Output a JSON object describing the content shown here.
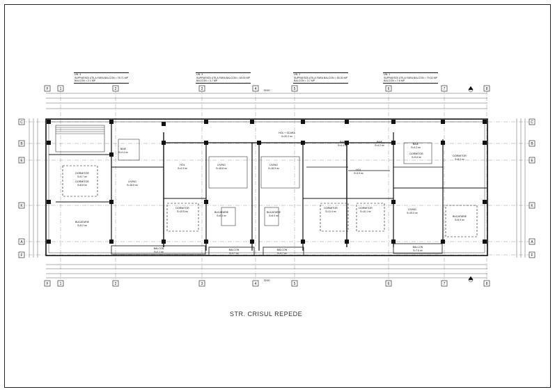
{
  "street": "STR. CRISUL REPEDE",
  "units": [
    {
      "name": "UN. 4",
      "area": "SUPRAFATA UTILA FARA BALCON = 78.71 MP",
      "balcony": "BALCON = 2.1 MP"
    },
    {
      "name": "UN. 3",
      "area": "SUPRAFATA UTILA FARA BALCON = 54.00 MP",
      "balcony": "BALCON = 3.7 MP"
    },
    {
      "name": "UN. 2",
      "area": "SUPRAFATA UTILA FARA BALCON = 55.30 MP",
      "balcony": "BALCON = 3.7 MP"
    },
    {
      "name": "UN. 1",
      "area": "SUPRAFATA UTILA FARA BALCON = 79.02 MP",
      "balcony": "BALCON = 7.6 MP"
    }
  ],
  "grid_columns": [
    "1",
    "2",
    "3",
    "4",
    "5",
    "6",
    "7",
    "8"
  ],
  "grid_rows": [
    "C",
    "B",
    "E",
    "K",
    "A",
    "F"
  ],
  "overall_dimension": "3240",
  "rooms": [
    {
      "label": "DORMITOR",
      "area": "S=9.7 m²"
    },
    {
      "label": "DORMITOR",
      "area": "S=8.8 m²"
    },
    {
      "label": "BUCATARIE",
      "area": "S=5.2 m²"
    },
    {
      "label": "LIVING",
      "area": "S=18.5 m²"
    },
    {
      "label": "DORMITOR",
      "area": "S=10.5 m²"
    },
    {
      "label": "LIVING",
      "area": "S=18.8 m²"
    },
    {
      "label": "BUCATARIE",
      "area": "S=6.0 m²"
    },
    {
      "label": "HOL + SCARA",
      "area": "S=20.2 m²"
    },
    {
      "label": "BUCATARIE",
      "area": "S=6.0 m²"
    },
    {
      "label": "LIVING",
      "area": "S=18.9 m²"
    },
    {
      "label": "DORMITOR",
      "area": "S=11.4 m²"
    },
    {
      "label": "DORMITOR",
      "area": "S=10.1 m²"
    },
    {
      "label": "LIVING",
      "area": "S=19.0 m²"
    },
    {
      "label": "DORMITOR",
      "area": "S=8.2 m²"
    },
    {
      "label": "BUCATARIE",
      "area": "S=5.9 m²"
    },
    {
      "label": "DORMITOR",
      "area": "S=9.6 m²"
    },
    {
      "label": "BAIE",
      "area": "S=4.4 m²"
    },
    {
      "label": "BAIE",
      "area": "S=4.4 m²"
    },
    {
      "label": "BAIE",
      "area": "S=4.2 m²"
    },
    {
      "label": "BAIE",
      "area": "S=4.2 m²"
    },
    {
      "label": "HOL",
      "area": "S=4.3 m²"
    },
    {
      "label": "HOL",
      "area": "S=3.9 m²"
    },
    {
      "label": "BALCON",
      "area": "S=2.1 m²"
    },
    {
      "label": "BALCON",
      "area": "S=3.7 m²"
    },
    {
      "label": "BALCON",
      "area": "S=3.7 m²"
    },
    {
      "label": "BALCON",
      "area": "S=7.6 m²"
    }
  ]
}
